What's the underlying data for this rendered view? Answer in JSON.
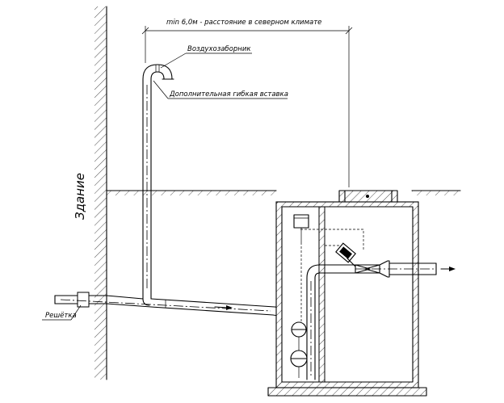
{
  "labels": {
    "dimension": "min 6,0м - расстояние в северном климате",
    "air_intake": "Воздухозаборник",
    "flexible_insert": "Дополнительная гибкая вставка",
    "building": "Здание",
    "grate": "Решётка"
  }
}
